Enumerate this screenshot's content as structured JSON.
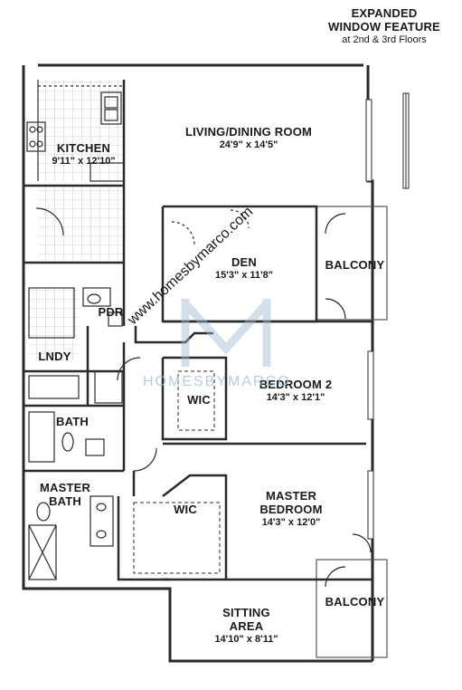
{
  "header": {
    "line1": "EXPANDED",
    "line2": "WINDOW FEATURE",
    "line3": "at 2nd & 3rd Floors"
  },
  "rooms": {
    "kitchen": {
      "name": "KITCHEN",
      "dims": "9'11\" x 12'10\""
    },
    "living": {
      "name": "LIVING/DINING ROOM",
      "dims": "24'9\" x 14'5\""
    },
    "den": {
      "name": "DEN",
      "dims": "15'3\" x 11'8\""
    },
    "balcony_top": {
      "name": "BALCONY"
    },
    "pdr": {
      "name": "PDR"
    },
    "lndy": {
      "name": "LNDY"
    },
    "wic_1": {
      "name": "WIC"
    },
    "bedroom2": {
      "name": "BEDROOM 2",
      "dims": "14'3\" x 12'1\""
    },
    "bath": {
      "name": "BATH"
    },
    "master_bath": {
      "line1": "MASTER",
      "line2": "BATH"
    },
    "wic_2": {
      "name": "WIC"
    },
    "master_bedroom": {
      "line1": "MASTER",
      "line2": "BEDROOM",
      "dims": "14'3\" x 12'0\""
    },
    "sitting": {
      "line1": "SITTING",
      "line2": "AREA",
      "dims": "14'10\" x 8'11\""
    },
    "balcony_bottom": {
      "name": "BALCONY"
    }
  },
  "watermark": {
    "url": "www.homesbymarco.com",
    "brand": "HOMESBYMARCO",
    "color": "#9fbcd6"
  },
  "colors": {
    "wall": "#2a2a2a",
    "tile": "#9a9a9a",
    "accent": "#9fbcd6"
  }
}
